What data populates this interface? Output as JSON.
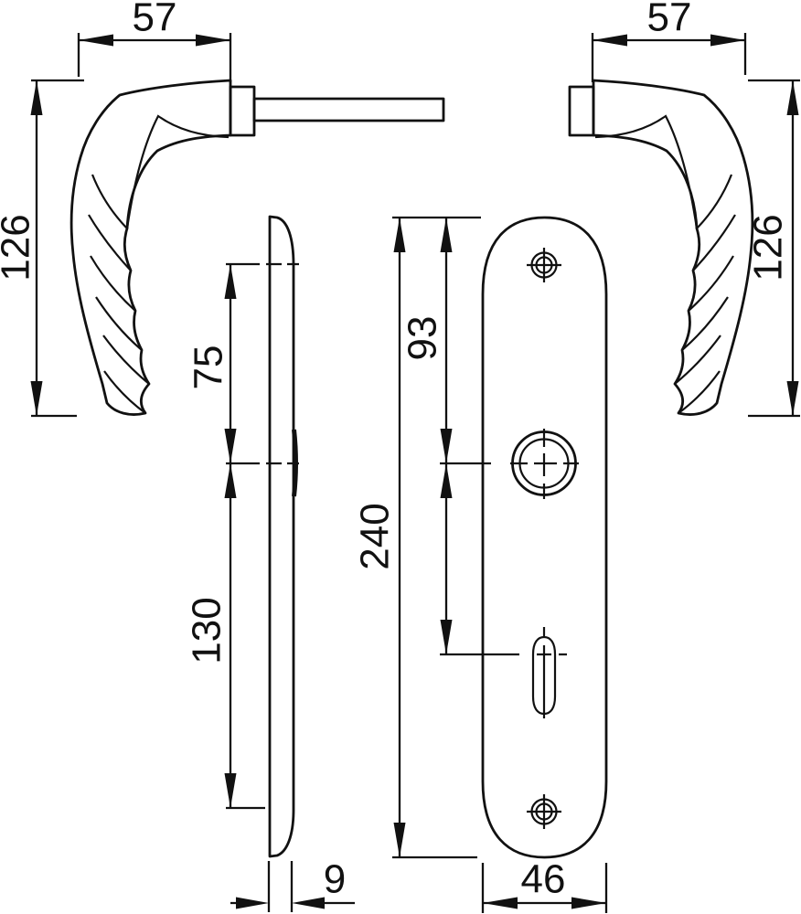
{
  "title": "Door handle set - dimensioned technical drawing",
  "unit": "mm",
  "views": {
    "left_handle": "lever handle with spindle, front view",
    "backplate_side": "backplate side profile",
    "backplate_front": "backplate front view with spindle hole, keyhole and screw holes",
    "right_handle": "mirrored lever handle, front view"
  },
  "dims": {
    "left_handle_width": "57",
    "left_handle_height": "126",
    "upper_hole_spacing": "75",
    "lower_hole_spacing": "130",
    "backplate_thickness": "9",
    "top_to_spindle_center": "93",
    "backplate_height": "240",
    "backplate_width": "46",
    "right_handle_width": "57",
    "right_handle_height": "126"
  }
}
